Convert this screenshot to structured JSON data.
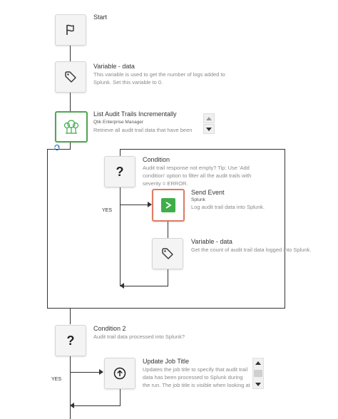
{
  "nodes": {
    "start": {
      "title": "Start"
    },
    "variable_data_1": {
      "title": "Variable - data",
      "desc": "This variable is used to get the number of logs added to Splunk. Set this variable to 0."
    },
    "list_audit": {
      "title": "List Audit Trails Incrementally",
      "subtitle": "Qlik Enterprise Manager",
      "desc": "Retrieve all audit trail data that have been"
    },
    "condition": {
      "title": "Condition",
      "desc": "Audit trail response not empty? Tip: Use 'Add condition' option to filter all the audit trails with severity = ERROR."
    },
    "send_event": {
      "title": "Send Event",
      "subtitle": "Splunk",
      "desc": "Log audit trail data into Splunk."
    },
    "variable_data_2": {
      "title": "Variable - data",
      "desc": "Get the count of audit trail data logged into Splunk."
    },
    "condition_2": {
      "title": "Condition 2",
      "desc": "Audit trail data processed into Splunk?"
    },
    "update_job_title": {
      "title": "Update Job Title",
      "desc": "Updates the job title to specify that audit trail data has been processed to Splunk during the run. The job title is visible when looking at"
    }
  },
  "branches": {
    "yes_1": "YES",
    "yes_2": "YES"
  },
  "colors": {
    "send_event_green": "#3fae49",
    "selected_green": "#4fa84f",
    "selected_red": "#e07b63",
    "loop_icon": "#2a6db5"
  },
  "icons": {
    "start": "flag-icon",
    "variable": "tag-icon",
    "list": "tree-icon",
    "condition": "question-icon",
    "send": "chevron-right-icon",
    "update": "arrow-up-circle-icon",
    "loop": "loop-icon"
  }
}
